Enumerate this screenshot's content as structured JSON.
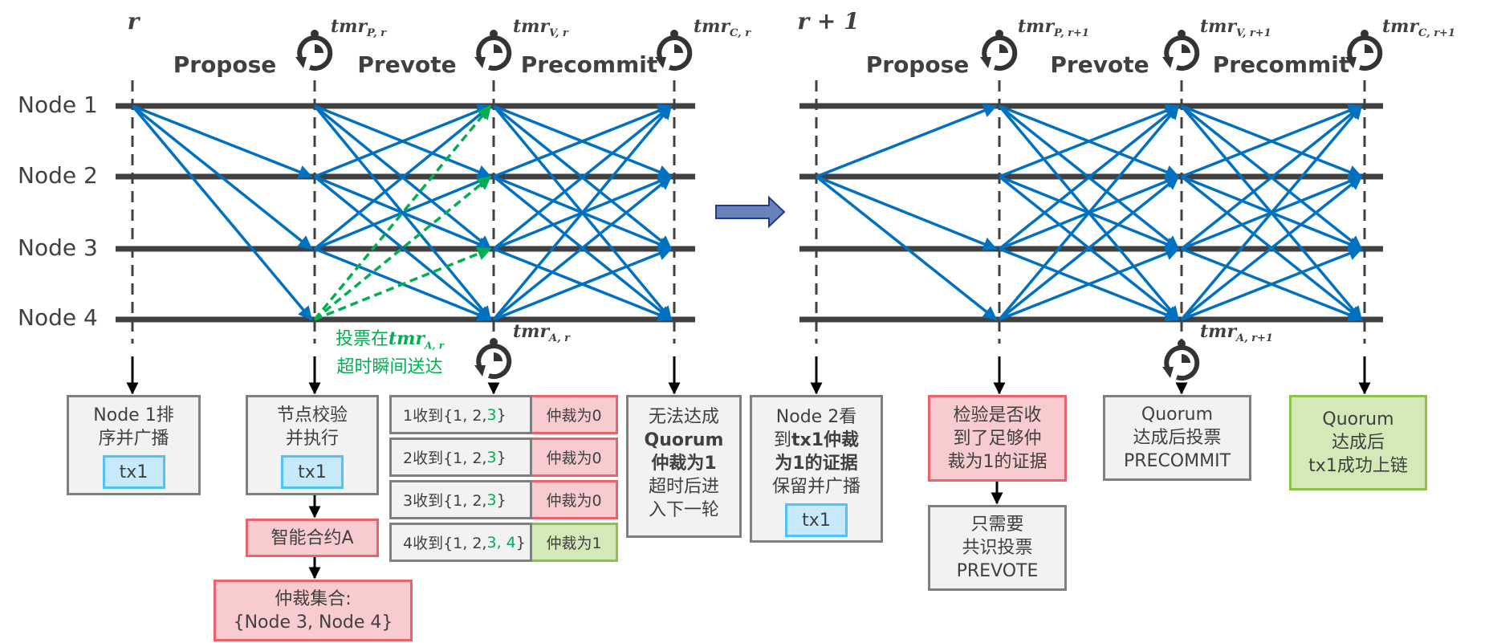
{
  "colors": {
    "message_arrow": "#0070C0",
    "late_vote_arrow": "#00B050",
    "node_line": "#404040",
    "transition_arrow": "#6A82B8"
  },
  "node_labels": [
    "Node 1",
    "Node 2",
    "Node 3",
    "Node 4"
  ],
  "round_r": {
    "round_label": "r",
    "phases": [
      "Propose",
      "Prevote",
      "Precommit"
    ],
    "timers": {
      "propose": {
        "name": "tmr",
        "sub": "P, r"
      },
      "prevote": {
        "name": "tmr",
        "sub": "V, r"
      },
      "precommit": {
        "name": "tmr",
        "sub": "C, r"
      },
      "arbitration": {
        "name": "tmr",
        "sub": "A, r"
      }
    },
    "late_vote_note": {
      "line1_prefix": "投票在",
      "timer": "tmr",
      "timer_sub": "A, r",
      "line2": "超时瞬间送达"
    },
    "propose_box": {
      "line1": "Node 1排",
      "line2": "序并广播",
      "tx": "tx1"
    },
    "validate_box": {
      "line1": "节点校验",
      "line2": "并执行",
      "tx": "tx1"
    },
    "contract_box": "智能合约A",
    "arbitration_set_box": {
      "line1": "仲裁集合:",
      "line2": "{Node 3, Node 4}"
    },
    "receive_rows": [
      {
        "prefix": "1收到{1, 2, ",
        "green": "3",
        "suffix": "}",
        "result": "仲裁为0",
        "ok": false
      },
      {
        "prefix": "2收到{1, 2, ",
        "green": "3",
        "suffix": "}",
        "result": "仲裁为0",
        "ok": false
      },
      {
        "prefix": "3收到{1, 2, ",
        "green": "3",
        "suffix": "}",
        "result": "仲裁为0",
        "ok": false
      },
      {
        "prefix": "4收到{1, 2, ",
        "green": "3, 4",
        "suffix": "}",
        "result": "仲裁为1",
        "ok": true
      }
    ],
    "quorum_fail_box": {
      "line1": "无法达成",
      "line2": "Quorum",
      "line3": "仲裁为1",
      "line4": "超时后进",
      "line5": "入下一轮"
    }
  },
  "round_r1": {
    "round_label": "r + 1",
    "phases": [
      "Propose",
      "Prevote",
      "Precommit"
    ],
    "timers": {
      "propose": {
        "name": "tmr",
        "sub": "P, r+1"
      },
      "prevote": {
        "name": "tmr",
        "sub": "V, r+1"
      },
      "precommit": {
        "name": "tmr",
        "sub": "C, r+1"
      },
      "arbitration": {
        "name": "tmr",
        "sub": "A, r+1"
      }
    },
    "propose_box": {
      "line1": "Node 2看",
      "line2_prefix": "到",
      "line2_bold": "tx1仲裁",
      "line3": "为1的证据",
      "line4": "保留并广播",
      "tx": "tx1"
    },
    "evidence_box": {
      "line1": "检验是否收",
      "line2": "到了足够仲",
      "line3": "裁为1的证据"
    },
    "prevote_only_box": {
      "line1": "只需要",
      "line2": "共识投票",
      "line3": "PREVOTE"
    },
    "precommit_box": {
      "line1": "Quorum",
      "line2": "达成后投票",
      "line3": "PRECOMMIT"
    },
    "commit_box": {
      "line1": "Quorum",
      "line2": "达成后",
      "line3": "tx1成功上链"
    }
  },
  "messages": {
    "round_r": {
      "propose": {
        "from": [
          1
        ],
        "to": [
          2,
          3,
          4
        ]
      },
      "prevote_blue_senders": [
        1,
        2,
        3
      ],
      "prevote_green_sender": 4,
      "precommit_senders": [
        1,
        2,
        3,
        4
      ]
    },
    "round_r1": {
      "propose": {
        "from": [
          2
        ],
        "to": [
          1,
          3,
          4
        ]
      },
      "prevote_senders": [
        1,
        2,
        3,
        4
      ],
      "precommit_senders": [
        1,
        2,
        3,
        4
      ]
    }
  }
}
